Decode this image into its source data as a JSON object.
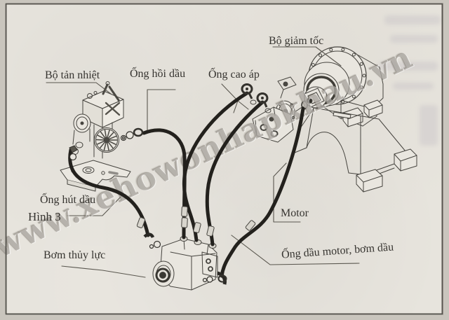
{
  "figure": {
    "caption": "Hình 3",
    "watermark": "www.xehowonhapkhau.vn",
    "labels": {
      "radiator": "Bộ tản nhiệt",
      "return_hose": "Ống hồi dầu",
      "high_pressure_hose": "Ống cao áp",
      "gearbox": "Bộ giảm tốc",
      "suction_hose": "Ống hút dầu",
      "motor": "Motor",
      "hydraulic_pump": "Bơm thủy lực",
      "motor_oil_hose": "Ống dầu motor, bơm dầu"
    },
    "colors": {
      "paper": "#e7e4dd",
      "ink": "#46443f",
      "hose_black": "#23211d",
      "watermark_gray": "#746e65",
      "frame_border": "#56534d"
    }
  }
}
